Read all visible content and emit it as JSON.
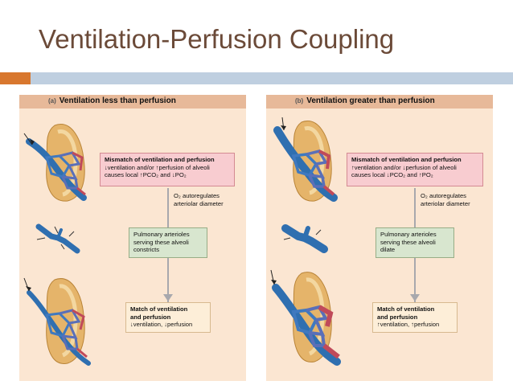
{
  "slide": {
    "title": "Ventilation-Perfusion Coupling"
  },
  "colors": {
    "title": "#6b4a38",
    "accent_orange": "#d8772e",
    "accent_blue": "#bfcfe0",
    "panel_bg": "#fbe6d2",
    "panel_header": "#e7b999"
  },
  "panel_a": {
    "letter": "(a)",
    "heading": "Ventilation less than perfusion",
    "mismatch": {
      "title": "Mismatch of ventilation and perfusion",
      "line1": "↓ventilation and/or ↑perfusion of alveoli",
      "line2": "causes local ↑PCO₂ and ↓PO₂"
    },
    "autoreg": {
      "line1": "O₂ autoregulates",
      "line2": "arteriolar diameter"
    },
    "arterioles": {
      "line1": "Pulmonary arterioles",
      "line2": "serving these alveoli",
      "line3": "constricts"
    },
    "match": {
      "line1": "Match of ventilation",
      "line2": "and perfusion",
      "line3": "↓ventilation, ↓perfusion"
    }
  },
  "panel_b": {
    "letter": "(b)",
    "heading": "Ventilation greater than perfusion",
    "mismatch": {
      "title": "Mismatch of ventilation and perfusion",
      "line1": "↑ventilation and/or ↓perfusion of alveoli",
      "line2": "causes local ↓PCO₂ and ↑PO₂"
    },
    "autoreg": {
      "line1": "O₂ autoregulates",
      "line2": "arteriolar diameter"
    },
    "arterioles": {
      "line1": "Pulmonary arterioles",
      "line2": "serving these alveoli",
      "line3": "dilate"
    },
    "match": {
      "line1": "Match of ventilation",
      "line2": "and perfusion",
      "line3": "↑ventilation, ↑perfusion"
    }
  }
}
